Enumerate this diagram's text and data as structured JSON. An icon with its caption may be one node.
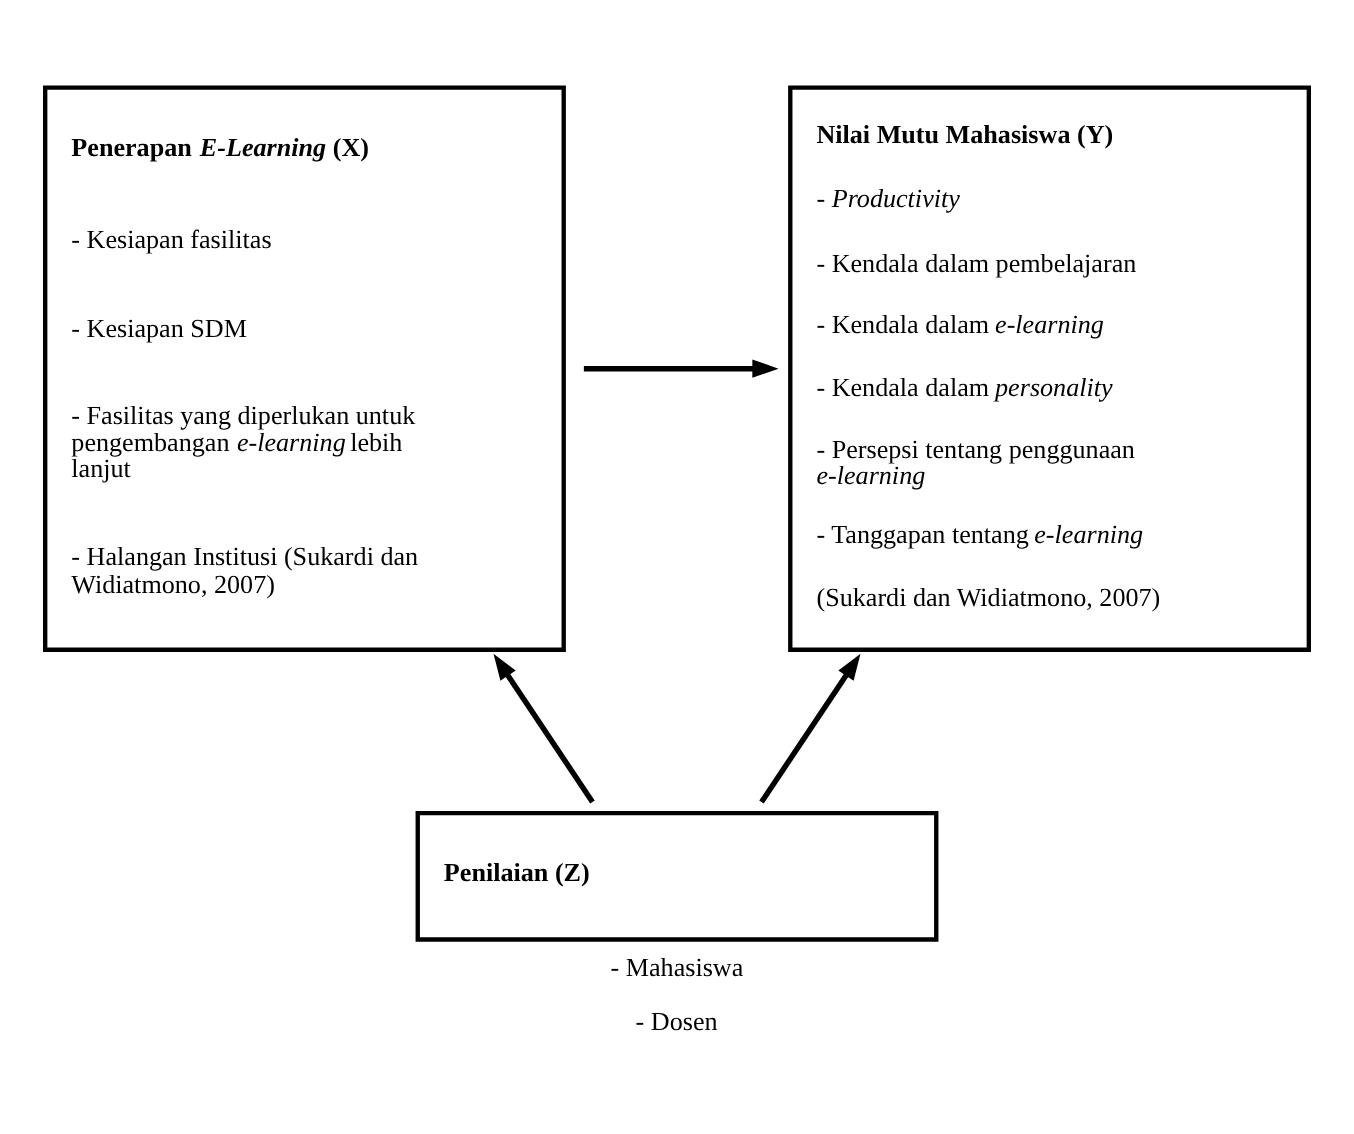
{
  "diagram": {
    "nodes": [
      {
        "text": [
          "Penerapan *E-Learning* (X)",
          "- Kesiapan fasilitas",
          "- Kesiapan SDM",
          "- Fasilitas yang diperlukan untuk pengembangan *e-learning* lebih lanjut",
          "- Halangan Institusi (Sukardi dan Widiatmono, 2007)"
        ]
      },
      {
        "text": [
          "Nilai Mutu Mahasiswa (Y)",
          "- *Productivity*",
          "- Kendala dalam pembelajaran",
          "- Kendala dalam *e-learning*",
          "- Kendala dalam *personality*",
          "- Persepsi tentang penggunaan *e-learning*",
          "- Tanggapan tentang *e-learning*",
          "(Sukardi dan Widiatmono, 2007)"
        ]
      },
      {
        "text": [
          "Penilaian (Z)"
        ],
        "beside": [
          "- Mahasiswa",
          "- Dosen"
        ]
      }
    ],
    "edges": [
      {
        "from": 0,
        "to": 1,
        "arrow": "to"
      },
      {
        "from": 2,
        "to": 0,
        "arrow": "to"
      },
      {
        "from": 2,
        "to": 1,
        "arrow": "to"
      }
    ]
  }
}
